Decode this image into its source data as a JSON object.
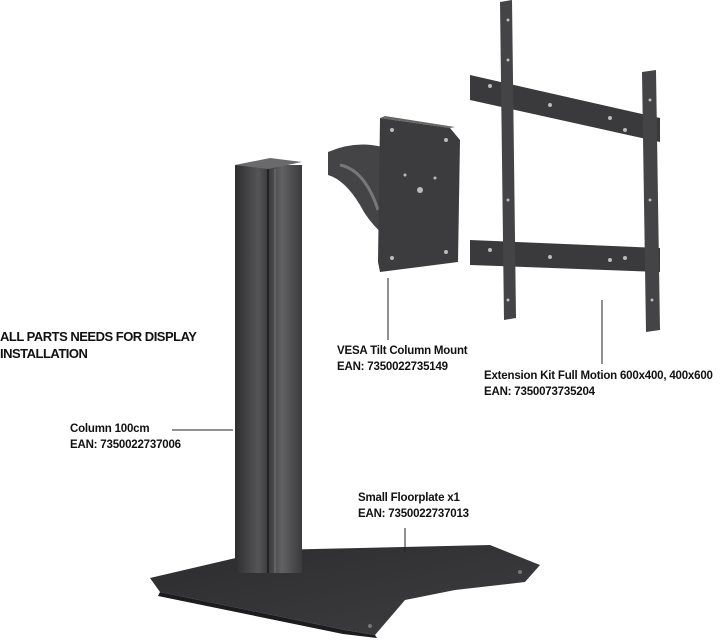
{
  "heading": {
    "line1": "ALL PARTS NEEDS FOR DISPLAY",
    "line2": "INSTALLATION"
  },
  "parts": {
    "vesa": {
      "name": "VESA Tilt Column Mount",
      "ean": "EAN: 7350022735149"
    },
    "extension": {
      "name": "Extension Kit Full Motion 600x400, 400x600",
      "ean": "EAN: 7350073735204"
    },
    "column": {
      "name": "Column 100cm",
      "ean": "EAN: 7350022737006"
    },
    "floorplate": {
      "name": "Small Floorplate x1",
      "ean": "EAN: 7350022737013"
    }
  },
  "colors": {
    "metal": "#3b3b3d",
    "metal_light": "#5a5a5c",
    "text": "#111111"
  }
}
